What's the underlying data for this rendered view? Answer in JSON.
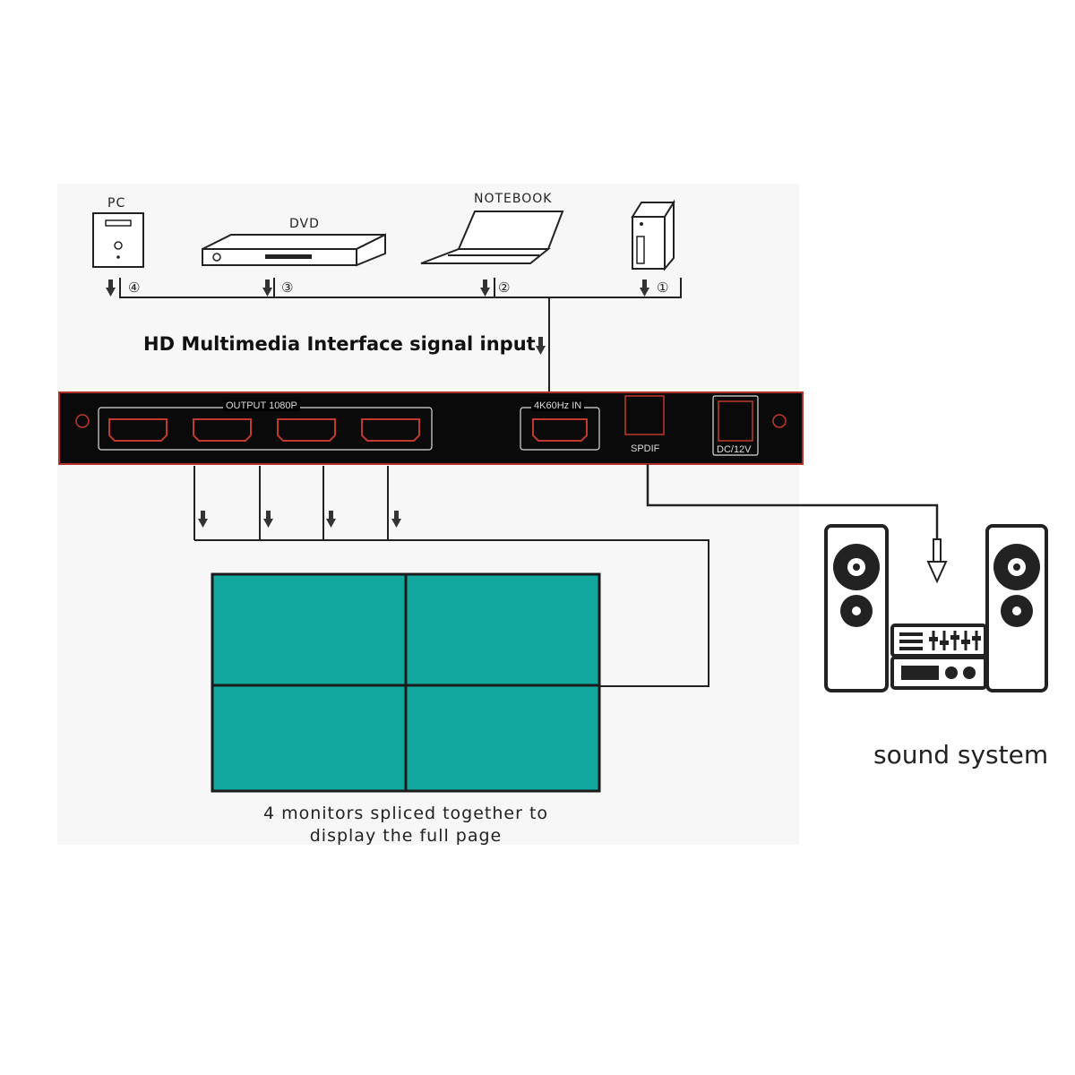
{
  "sources": {
    "pc": {
      "label": "PC",
      "num": "④"
    },
    "dvd": {
      "label": "DVD",
      "num": "③"
    },
    "notebook": {
      "label": "NOTEBOOK",
      "num": "②"
    },
    "server": {
      "label": "",
      "num": "①"
    }
  },
  "headline": "HD Multimedia Interface signal input",
  "device": {
    "output_label": "OUTPUT 1080P",
    "input_label": "4K60Hz IN",
    "spdif_label": "SPDIF",
    "power_label": "DC/12V",
    "accent_color": "#c0392b"
  },
  "monitors": {
    "count": 4,
    "color": "#12a89e",
    "caption_line1": "4 monitors spliced together to",
    "caption_line2": "display the full page"
  },
  "sound_system": {
    "label": "sound system"
  }
}
